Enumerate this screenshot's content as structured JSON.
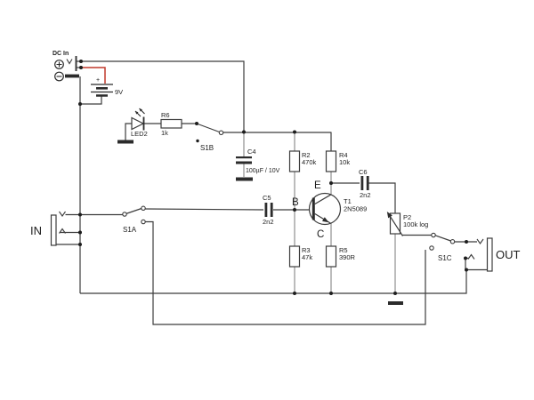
{
  "diagram_type": "circuit-schematic",
  "colors": {
    "background": "#ffffff",
    "wire": "#3c3c3c",
    "lead": "#8f8f8f",
    "power_wire": "#c0392b",
    "ink": "#2b2b2b",
    "component_fill": "#ffffff"
  },
  "power": {
    "dc_in_label": "DC In",
    "battery_value": "9V",
    "battery_polarity": "+"
  },
  "jacks": {
    "input_label": "IN",
    "output_label": "OUT"
  },
  "switches": {
    "s1a": "S1A",
    "s1b": "S1B",
    "s1c": "S1C"
  },
  "components": {
    "led2": {
      "ref": "LED2"
    },
    "r2": {
      "ref": "R2",
      "value": "470k"
    },
    "r3": {
      "ref": "R3",
      "value": "47k"
    },
    "r4": {
      "ref": "R4",
      "value": "10k"
    },
    "r5": {
      "ref": "R5",
      "value": "390R"
    },
    "r6": {
      "ref": "R6",
      "value": "1k"
    },
    "c4": {
      "ref": "C4",
      "value": "100µF / 10V"
    },
    "c5": {
      "ref": "C5",
      "value": "2n2"
    },
    "c6": {
      "ref": "C6",
      "value": "2n2"
    },
    "t1": {
      "ref": "T1",
      "value": "2N5089",
      "pins": {
        "e": "E",
        "b": "B",
        "c": "C"
      }
    },
    "p2": {
      "ref": "P2",
      "value": "100k log"
    }
  }
}
